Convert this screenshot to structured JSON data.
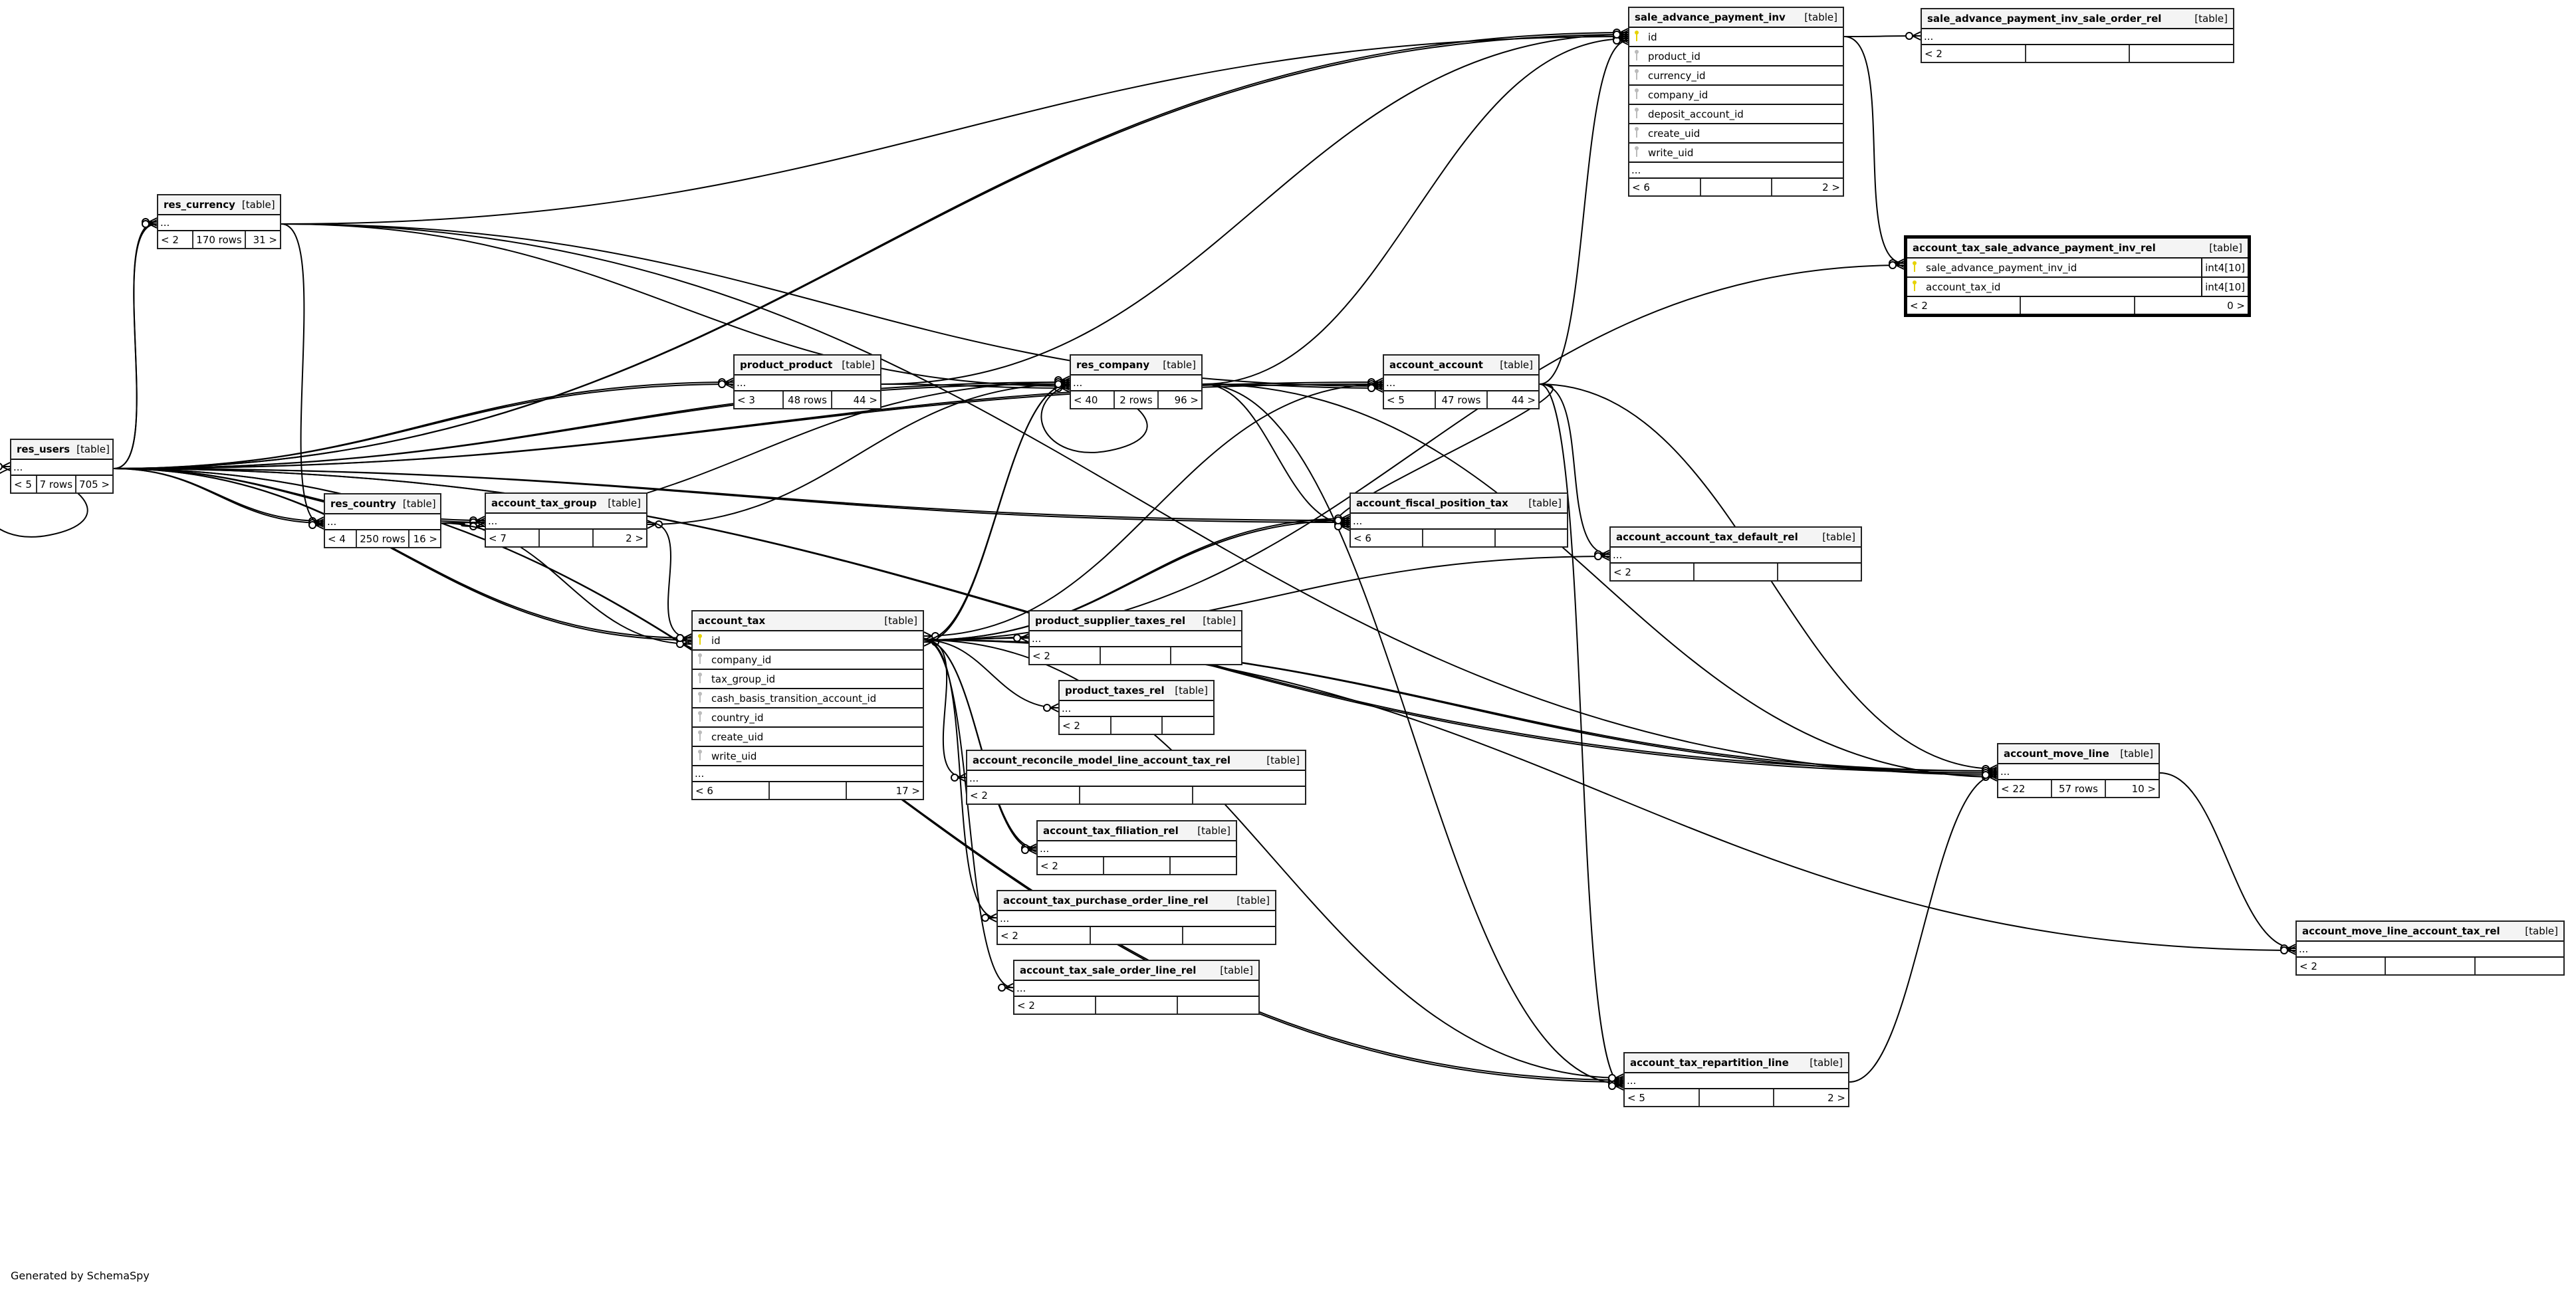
{
  "footer": "Generated by SchemaSpy",
  "tables": [
    {
      "id": "sale_advance_payment_inv",
      "name": "sale_advance_payment_inv",
      "kind": "[table]",
      "columns": [
        {
          "key": "pk",
          "name": "id"
        },
        {
          "key": "fk",
          "name": "product_id"
        },
        {
          "key": "fk",
          "name": "currency_id"
        },
        {
          "key": "fk",
          "name": "company_id"
        },
        {
          "key": "fk",
          "name": "deposit_account_id"
        },
        {
          "key": "fk",
          "name": "create_uid"
        },
        {
          "key": "fk",
          "name": "write_uid"
        }
      ],
      "ellipsis": "...",
      "parents": "< 6",
      "rows": "",
      "children": "2 >"
    },
    {
      "id": "sale_advance_payment_inv_sale_order_rel",
      "name": "sale_advance_payment_inv_sale_order_rel",
      "kind": "[table]",
      "columns": [],
      "ellipsis": "...",
      "parents": "< 2",
      "rows": "",
      "children": ""
    },
    {
      "id": "account_tax_sale_advance_payment_inv_rel",
      "name": "account_tax_sale_advance_payment_inv_rel",
      "kind": "[table]",
      "focus": true,
      "columns": [
        {
          "key": "pk",
          "name": "sale_advance_payment_inv_id",
          "type": "int4[10]"
        },
        {
          "key": "pk",
          "name": "account_tax_id",
          "type": "int4[10]"
        }
      ],
      "parents": "< 2",
      "rows": "",
      "children": "0 >"
    },
    {
      "id": "res_currency",
      "name": "res_currency",
      "kind": "[table]",
      "columns": [],
      "ellipsis": "...",
      "parents": "< 2",
      "rows": "170 rows",
      "children": "31 >"
    },
    {
      "id": "res_users",
      "name": "res_users",
      "kind": "[table]",
      "columns": [],
      "ellipsis": "...",
      "parents": "< 5",
      "rows": "7 rows",
      "children": "705 >"
    },
    {
      "id": "product_product",
      "name": "product_product",
      "kind": "[table]",
      "columns": [],
      "ellipsis": "...",
      "parents": "< 3",
      "rows": "48 rows",
      "children": "44 >"
    },
    {
      "id": "res_company",
      "name": "res_company",
      "kind": "[table]",
      "columns": [],
      "ellipsis": "...",
      "parents": "< 40",
      "rows": "2 rows",
      "children": "96 >"
    },
    {
      "id": "account_account",
      "name": "account_account",
      "kind": "[table]",
      "columns": [],
      "ellipsis": "...",
      "parents": "< 5",
      "rows": "47 rows",
      "children": "44 >"
    },
    {
      "id": "res_country",
      "name": "res_country",
      "kind": "[table]",
      "columns": [],
      "ellipsis": "...",
      "parents": "< 4",
      "rows": "250 rows",
      "children": "16 >"
    },
    {
      "id": "account_tax_group",
      "name": "account_tax_group",
      "kind": "[table]",
      "columns": [],
      "ellipsis": "...",
      "parents": "< 7",
      "rows": "",
      "children": "2 >"
    },
    {
      "id": "account_fiscal_position_tax",
      "name": "account_fiscal_position_tax",
      "kind": "[table]",
      "columns": [],
      "ellipsis": "...",
      "parents": "< 6",
      "rows": "",
      "children": ""
    },
    {
      "id": "account_account_tax_default_rel",
      "name": "account_account_tax_default_rel",
      "kind": "[table]",
      "columns": [],
      "ellipsis": "...",
      "parents": "< 2",
      "rows": "",
      "children": ""
    },
    {
      "id": "account_tax",
      "name": "account_tax",
      "kind": "[table]",
      "columns": [
        {
          "key": "pk",
          "name": "id"
        },
        {
          "key": "fk",
          "name": "company_id"
        },
        {
          "key": "fk",
          "name": "tax_group_id"
        },
        {
          "key": "fk",
          "name": "cash_basis_transition_account_id"
        },
        {
          "key": "fk",
          "name": "country_id"
        },
        {
          "key": "fk",
          "name": "create_uid"
        },
        {
          "key": "fk",
          "name": "write_uid"
        }
      ],
      "ellipsis": "...",
      "parents": "< 6",
      "rows": "",
      "children": "17 >"
    },
    {
      "id": "product_supplier_taxes_rel",
      "name": "product_supplier_taxes_rel",
      "kind": "[table]",
      "columns": [],
      "ellipsis": "...",
      "parents": "< 2",
      "rows": "",
      "children": ""
    },
    {
      "id": "product_taxes_rel",
      "name": "product_taxes_rel",
      "kind": "[table]",
      "columns": [],
      "ellipsis": "...",
      "parents": "< 2",
      "rows": "",
      "children": ""
    },
    {
      "id": "account_reconcile_model_line_account_tax_rel",
      "name": "account_reconcile_model_line_account_tax_rel",
      "kind": "[table]",
      "columns": [],
      "ellipsis": "...",
      "parents": "< 2",
      "rows": "",
      "children": ""
    },
    {
      "id": "account_tax_filiation_rel",
      "name": "account_tax_filiation_rel",
      "kind": "[table]",
      "columns": [],
      "ellipsis": "...",
      "parents": "< 2",
      "rows": "",
      "children": ""
    },
    {
      "id": "account_tax_purchase_order_line_rel",
      "name": "account_tax_purchase_order_line_rel",
      "kind": "[table]",
      "columns": [],
      "ellipsis": "...",
      "parents": "< 2",
      "rows": "",
      "children": ""
    },
    {
      "id": "account_tax_sale_order_line_rel",
      "name": "account_tax_sale_order_line_rel",
      "kind": "[table]",
      "columns": [],
      "ellipsis": "...",
      "parents": "< 2",
      "rows": "",
      "children": ""
    },
    {
      "id": "account_move_line",
      "name": "account_move_line",
      "kind": "[table]",
      "columns": [],
      "ellipsis": "...",
      "parents": "< 22",
      "rows": "57 rows",
      "children": "10 >"
    },
    {
      "id": "account_move_line_account_tax_rel",
      "name": "account_move_line_account_tax_rel",
      "kind": "[table]",
      "columns": [],
      "ellipsis": "...",
      "parents": "< 2",
      "rows": "",
      "children": ""
    },
    {
      "id": "account_tax_repartition_line",
      "name": "account_tax_repartition_line",
      "kind": "[table]",
      "columns": [],
      "ellipsis": "...",
      "parents": "< 5",
      "rows": "",
      "children": "2 >"
    }
  ],
  "relationships": [
    [
      "sale_advance_payment_inv",
      "sale_advance_payment_inv_sale_order_rel"
    ],
    [
      "sale_advance_payment_inv",
      "account_tax_sale_advance_payment_inv_rel"
    ],
    [
      "account_tax",
      "account_tax_sale_advance_payment_inv_rel"
    ],
    [
      "product_product",
      "sale_advance_payment_inv"
    ],
    [
      "res_currency",
      "sale_advance_payment_inv"
    ],
    [
      "res_company",
      "sale_advance_payment_inv"
    ],
    [
      "account_account",
      "sale_advance_payment_inv"
    ],
    [
      "res_users",
      "sale_advance_payment_inv"
    ],
    [
      "res_users",
      "sale_advance_payment_inv"
    ],
    [
      "res_users",
      "res_currency"
    ],
    [
      "res_users",
      "res_currency"
    ],
    [
      "res_users",
      "res_users"
    ],
    [
      "res_users",
      "product_product"
    ],
    [
      "res_users",
      "product_product"
    ],
    [
      "res_users",
      "res_company"
    ],
    [
      "res_users",
      "res_company"
    ],
    [
      "res_users",
      "account_account"
    ],
    [
      "res_users",
      "account_account"
    ],
    [
      "res_users",
      "res_country"
    ],
    [
      "res_users",
      "res_country"
    ],
    [
      "res_users",
      "account_tax_group"
    ],
    [
      "res_users",
      "account_tax_group"
    ],
    [
      "res_users",
      "account_fiscal_position_tax"
    ],
    [
      "res_users",
      "account_fiscal_position_tax"
    ],
    [
      "res_users",
      "account_tax"
    ],
    [
      "res_users",
      "account_tax"
    ],
    [
      "res_users",
      "account_move_line"
    ],
    [
      "res_users",
      "account_move_line"
    ],
    [
      "res_users",
      "account_tax_repartition_line"
    ],
    [
      "res_users",
      "account_tax_repartition_line"
    ],
    [
      "res_currency",
      "res_company"
    ],
    [
      "res_currency",
      "account_account"
    ],
    [
      "res_currency",
      "account_move_line"
    ],
    [
      "res_currency",
      "res_country"
    ],
    [
      "product_product",
      "res_company"
    ],
    [
      "res_company",
      "res_company"
    ],
    [
      "res_company",
      "account_account"
    ],
    [
      "res_company",
      "account_tax_group"
    ],
    [
      "res_company",
      "account_fiscal_position_tax"
    ],
    [
      "res_company",
      "account_tax"
    ],
    [
      "res_company",
      "account_move_line"
    ],
    [
      "res_company",
      "account_tax_repartition_line"
    ],
    [
      "res_country",
      "account_tax_group"
    ],
    [
      "res_country",
      "account_tax"
    ],
    [
      "res_country",
      "res_company"
    ],
    [
      "account_account",
      "account_account_tax_default_rel"
    ],
    [
      "account_account",
      "account_move_line"
    ],
    [
      "account_account",
      "account_tax_repartition_line"
    ],
    [
      "account_account",
      "account_tax"
    ],
    [
      "account_account",
      "account_fiscal_position_tax"
    ],
    [
      "account_tax_group",
      "account_tax"
    ],
    [
      "account_tax",
      "account_fiscal_position_tax"
    ],
    [
      "account_tax",
      "account_fiscal_position_tax"
    ],
    [
      "account_tax",
      "account_account_tax_default_rel"
    ],
    [
      "account_tax",
      "product_supplier_taxes_rel"
    ],
    [
      "account_tax",
      "product_taxes_rel"
    ],
    [
      "account_tax",
      "account_reconcile_model_line_account_tax_rel"
    ],
    [
      "account_tax",
      "account_tax_filiation_rel"
    ],
    [
      "account_tax",
      "account_tax_filiation_rel"
    ],
    [
      "account_tax",
      "account_tax_purchase_order_line_rel"
    ],
    [
      "account_tax",
      "account_tax_sale_order_line_rel"
    ],
    [
      "account_tax",
      "account_move_line"
    ],
    [
      "account_tax",
      "account_move_line"
    ],
    [
      "account_tax",
      "account_tax_repartition_line"
    ],
    [
      "account_tax",
      "res_company"
    ],
    [
      "account_tax_repartition_line",
      "account_move_line"
    ],
    [
      "account_move_line",
      "account_move_line_account_tax_rel"
    ],
    [
      "account_tax",
      "account_move_line_account_tax_rel"
    ]
  ]
}
